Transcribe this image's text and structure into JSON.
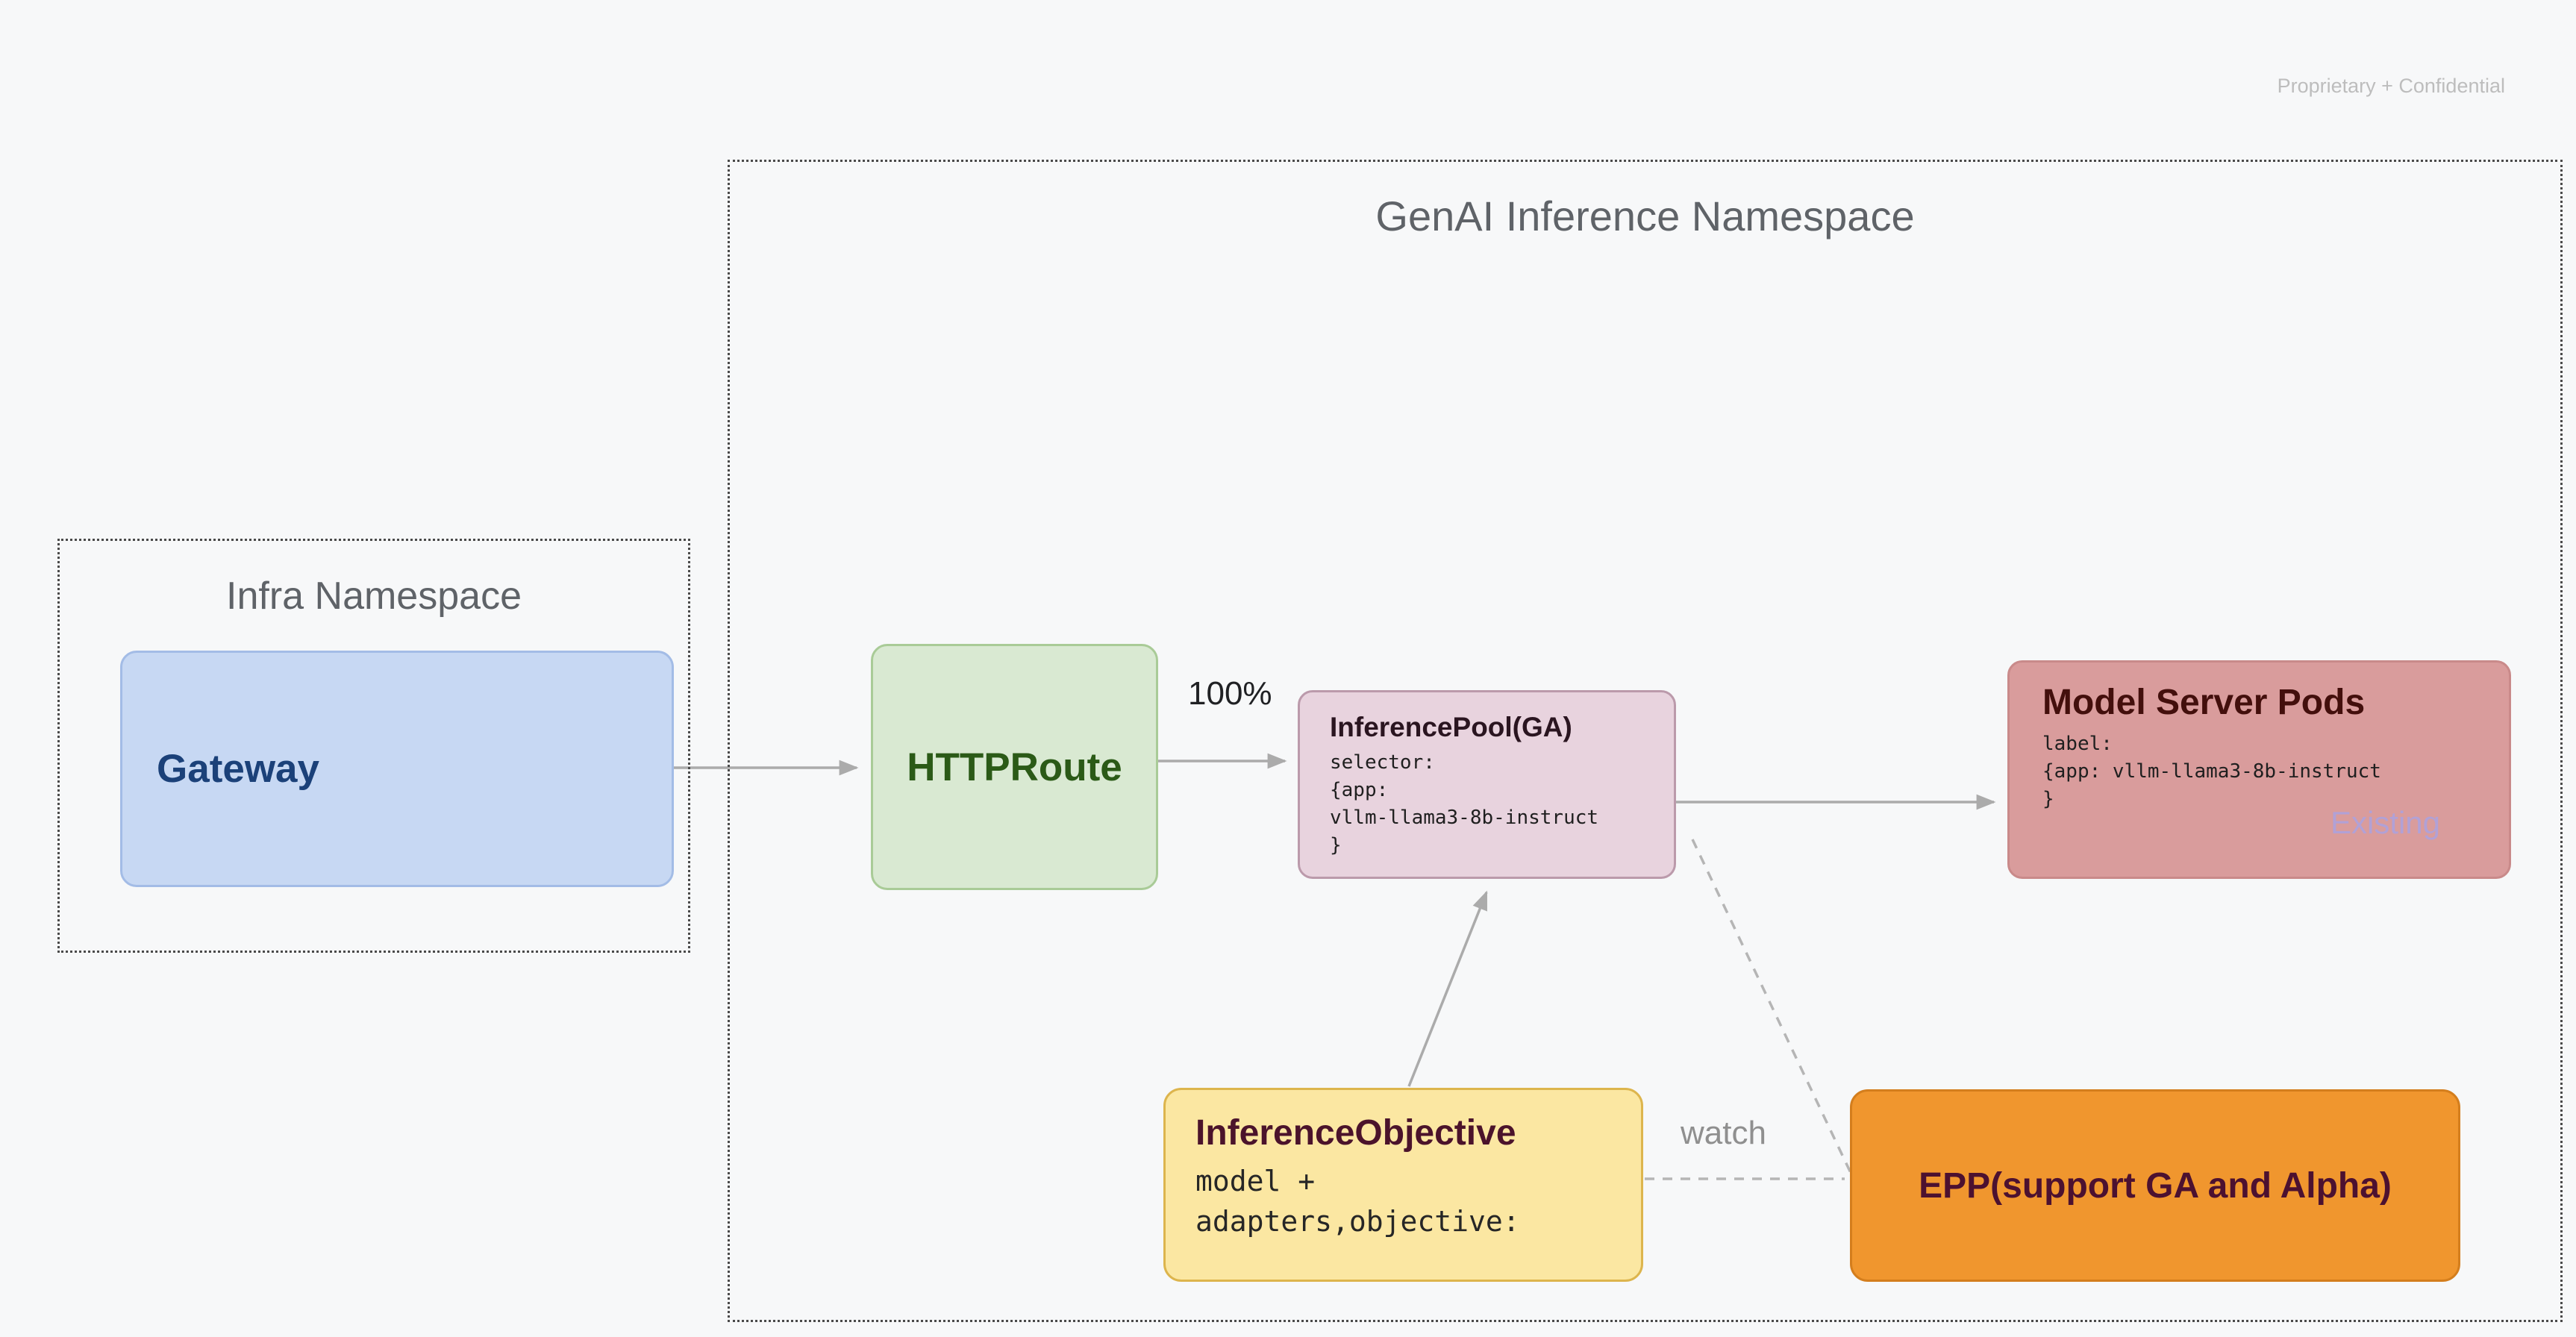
{
  "page": {
    "watermark": "Proprietary + Confidential",
    "background_color": "#f7f8f9"
  },
  "diagram": {
    "genai_namespace": {
      "title": "GenAI Inference Namespace"
    },
    "infra_namespace": {
      "title": "Infra Namespace"
    },
    "nodes": {
      "gateway": {
        "label": "Gateway",
        "fill": "#c7d8f3",
        "text_color": "#1b4179"
      },
      "httproute": {
        "label": "HTTPRoute",
        "fill": "#d9e9d2",
        "text_color": "#2b5a17"
      },
      "inference_pool": {
        "title": "InferencePool(GA)",
        "code_lines": [
          "selector:",
          "{app:",
          "vllm-llama3-8b-instruct",
          "}"
        ],
        "fill": "#e8d3de"
      },
      "model_server_pods": {
        "title": "Model Server Pods",
        "code_lines": [
          "label:",
          "{app: vllm-llama3-8b-instruct",
          "}"
        ],
        "badge": "Existing",
        "fill": "#d99c9c"
      },
      "inference_objective": {
        "title": "InferenceObjective",
        "code_lines": [
          "model +",
          "adapters,objective:"
        ],
        "fill": "#fbe7a2"
      },
      "epp": {
        "label": "EPP(support GA and Alpha)",
        "fill": "#f0962e"
      }
    },
    "edges": {
      "gateway_to_httproute": "solid arrow",
      "httproute_to_pool_label": "100%",
      "pool_to_pods": "solid arrow",
      "objective_to_pool": "solid arrow",
      "pool_to_epp": "dashed line",
      "objective_to_epp_label": "watch",
      "arrow_color": "#ababab"
    }
  }
}
